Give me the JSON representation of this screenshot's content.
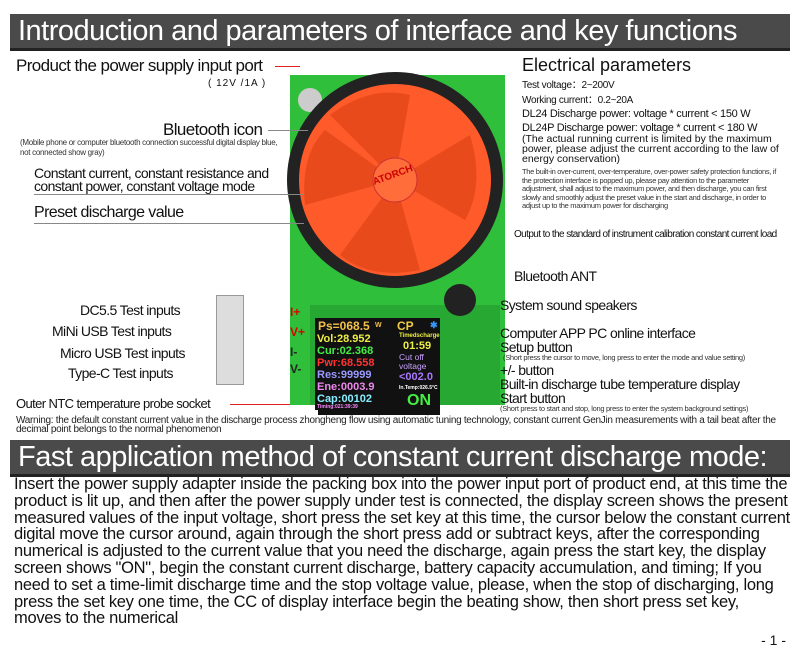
{
  "header": {
    "title": "Introduction and parameters of interface and key functions"
  },
  "left_labels": {
    "power_input": "Product the power supply input port",
    "power_input_spec": "( 12V /1A )",
    "bluetooth_icon": "Bluetooth icon",
    "bluetooth_note": "(Mobile phone or computer bluetooth connection successful digital display blue, not connected show gray)",
    "modes": "Constant current, constant resistance and constant power, constant voltage mode",
    "preset": "Preset discharge value",
    "dc55": "DC5.5 Test inputs",
    "mini_usb": "MiNi USB Test inputs",
    "micro_usb": "Micro USB Test inputs",
    "type_c": "Type-C Test inputs",
    "ntc": "Outer NTC temperature probe socket"
  },
  "electrical": {
    "title": "Electrical parameters",
    "test_voltage": "Test voltage：2~200V",
    "working_current": "Working current：0.2~20A",
    "dl24": "DL24  Discharge power: voltage * current < 150 W",
    "dl24p": "DL24P  Discharge power: voltage * current < 180 W",
    "note": "(The actual running current is limited by the maximum power, please adjust the current according to the law of energy conservation)",
    "protection": "The built-in over-current, over-temperature, over-power safety protection functions, if the protection interface is popped up, please pay attention to the parameter adjustment, shall adjust to the maximum power, and then discharge, you can first slowly and smoothly  adjust the preset value in the start and discharge, in order to adjust up to the maximum power for discharging"
  },
  "right_labels": {
    "output": "Output to the standard of instrument calibration constant current load",
    "bt_ant": "Bluetooth ANT",
    "speaker": "System sound speakers",
    "pc": "Computer APP PC online interface",
    "setup": "Setup button",
    "setup_note": "(Short press the cursor to move, long press to enter the mode and value setting)",
    "plusminus": "+/- button",
    "temp": "Built-in discharge tube temperature display",
    "start": "Start button",
    "start_note": "(Short press to start and stop, long press to enter the system background settings)"
  },
  "lcd": {
    "ps": "Ps=068.5",
    "ps_unit": "W",
    "mode": "CP",
    "vol": "Vol:28.952",
    "cur": "Cur:02.368",
    "pwr": "Pwr:68.558",
    "res": "Res:99999",
    "ene": "Ene:0003.9",
    "cap": "Cap:00102",
    "timed": "Timedscharge",
    "time": "01:59",
    "cutoff": "Cut off voltage",
    "cutoff_val": "<002.0",
    "temp": "In.Temp:026.5°C",
    "on": "ON",
    "timing": "Timing:021:39:39",
    "brand": "ATORCH"
  },
  "port_marks": [
    "I+",
    "V+",
    "I-",
    "V-"
  ],
  "warning": "Warning: the default constant current value in the discharge process zhongheng flow using automatic tuning technology, constant current GenJin measurements with a tail beat after the decimal point belongs to the normal phenomenon",
  "section2": {
    "title": "Fast application method of constant current discharge mode:"
  },
  "body_text": "Insert the power supply adapter inside the packing box into the power input port of product end, at this time the product is lit up, and then after the power supply under test is connected, the display screen shows the present measured values of the input voltage, short press the set key at this time, the cursor below the constant current digital move the cursor around, again through the short press add or subtract keys, after the corresponding numerical is adjusted to the current value that you need the discharge, again press the start key, the display screen shows \"ON\", begin the constant current discharge, battery capacity accumulation, and timing; If you need to set a time-limit discharge time and the stop voltage value, please, when the stop of discharging, long press the set key one time, the CC of display interface begin the beating show, then short press set key, moves to the numerical",
  "page_number": "- 1 -"
}
